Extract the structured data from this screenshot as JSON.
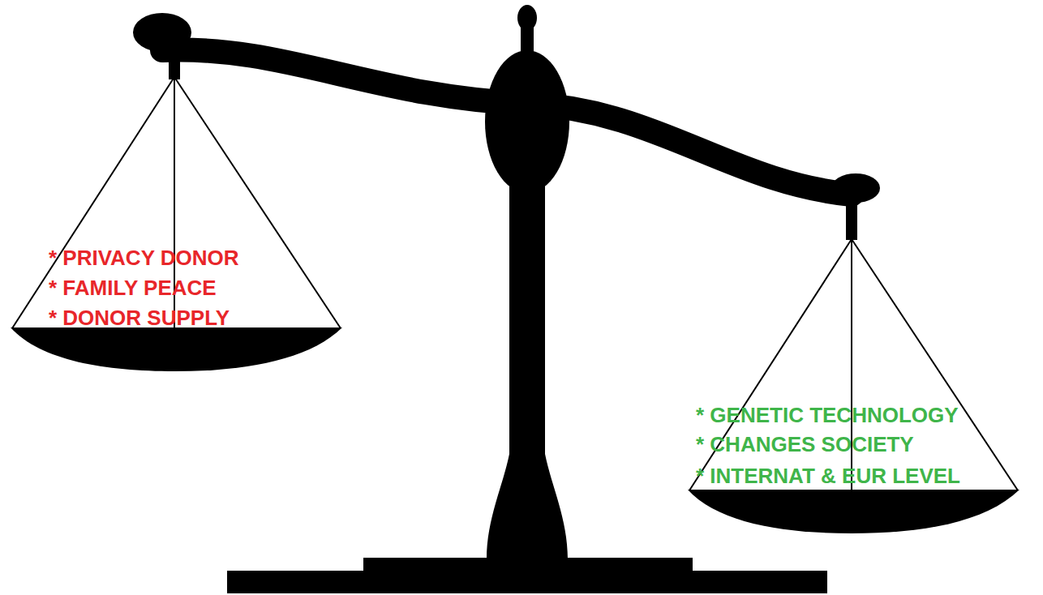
{
  "diagram": {
    "labels": [
      "* PRIVACY DONOR",
      "* FAMILY PEACE",
      "* DONOR SUPPLY",
      "* GENETIC TECHNOLOGY",
      "* CHANGES SOCIETY",
      "* INTERNAT & EUR LEVEL"
    ]
  }
}
